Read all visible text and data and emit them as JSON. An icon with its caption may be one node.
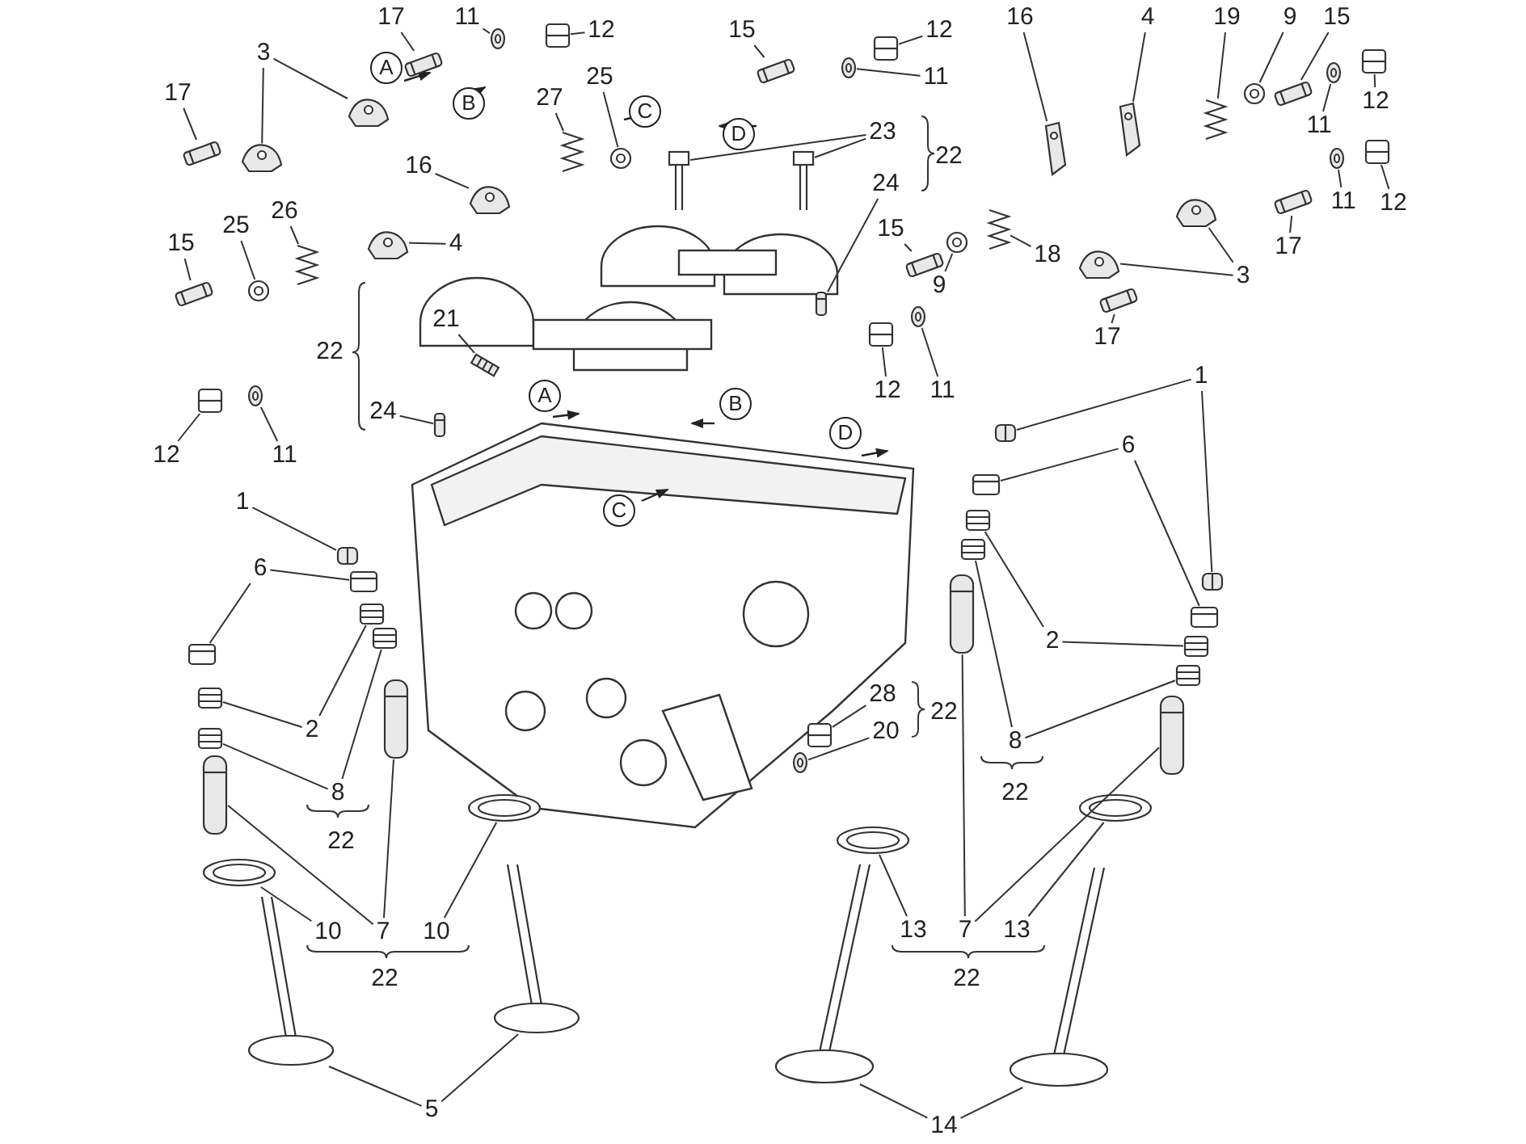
{
  "diagram": {
    "nodes": [
      {
        "text": [
          "17"
        ]
      },
      {
        "text": [
          "3"
        ]
      },
      {
        "text": [
          "17"
        ]
      },
      {
        "text": [
          "11"
        ]
      },
      {
        "text": [
          "12"
        ]
      },
      {
        "text": [
          "15"
        ]
      },
      {
        "text": [
          "12"
        ]
      },
      {
        "text": [
          "16"
        ]
      },
      {
        "text": [
          "4"
        ]
      },
      {
        "text": [
          "19"
        ]
      },
      {
        "text": [
          "9"
        ]
      },
      {
        "text": [
          "15"
        ]
      },
      {
        "text": [
          "27"
        ]
      },
      {
        "text": [
          "25"
        ]
      },
      {
        "text": [
          "11"
        ]
      },
      {
        "text": [
          "12"
        ]
      },
      {
        "text": [
          "11"
        ]
      },
      {
        "text": [
          "23"
        ]
      },
      {
        "text": [
          "16"
        ]
      },
      {
        "text": [
          "24"
        ]
      },
      {
        "text": [
          "11"
        ]
      },
      {
        "text": [
          "12"
        ]
      },
      {
        "text": [
          "26"
        ]
      },
      {
        "text": [
          "25"
        ]
      },
      {
        "text": [
          "15"
        ]
      },
      {
        "text": [
          "4"
        ]
      },
      {
        "text": [
          "15"
        ]
      },
      {
        "text": [
          "18"
        ]
      },
      {
        "text": [
          "17"
        ]
      },
      {
        "text": [
          "3"
        ]
      },
      {
        "text": [
          "9"
        ]
      },
      {
        "text": [
          "21"
        ]
      },
      {
        "text": [
          "17"
        ]
      },
      {
        "text": [
          "1"
        ]
      },
      {
        "text": [
          "12"
        ]
      },
      {
        "text": [
          "11"
        ]
      },
      {
        "text": [
          "24"
        ]
      },
      {
        "text": [
          "12"
        ]
      },
      {
        "text": [
          "11"
        ]
      },
      {
        "text": [
          "6"
        ]
      },
      {
        "text": [
          "1"
        ]
      },
      {
        "text": [
          "6"
        ]
      },
      {
        "text": [
          "2"
        ]
      },
      {
        "text": [
          "28"
        ]
      },
      {
        "text": [
          "20"
        ]
      },
      {
        "text": [
          "2"
        ]
      },
      {
        "text": [
          "8"
        ]
      },
      {
        "text": [
          "8"
        ]
      },
      {
        "text": [
          "13"
        ]
      },
      {
        "text": [
          "7"
        ]
      },
      {
        "text": [
          "13"
        ]
      },
      {
        "text": [
          "10"
        ]
      },
      {
        "text": [
          "7"
        ]
      },
      {
        "text": [
          "10"
        ]
      },
      {
        "text": [
          "5"
        ]
      },
      {
        "text": [
          "14"
        ]
      },
      {
        "text": [],
        "shape": "picture"
      },
      {
        "text": [],
        "shape": "picture"
      },
      {
        "text": [],
        "shape": "picture"
      },
      {
        "text": [],
        "shape": "picture"
      },
      {
        "text": [],
        "shape": "picture"
      },
      {
        "text": [],
        "shape": "picture"
      },
      {
        "text": [],
        "shape": "picture"
      },
      {
        "text": [],
        "shape": "picture"
      },
      {
        "text": [],
        "shape": "picture"
      },
      {
        "text": [],
        "shape": "picture"
      },
      {
        "text": [],
        "shape": "picture"
      },
      {
        "text": [],
        "shape": "picture"
      },
      {
        "text": [],
        "shape": "picture"
      },
      {
        "text": [],
        "shape": "picture"
      },
      {
        "text": [],
        "shape": "picture"
      },
      {
        "text": [],
        "shape": "picture"
      },
      {
        "text": [],
        "shape": "picture"
      },
      {
        "text": [],
        "shape": "picture"
      },
      {
        "text": [],
        "shape": "picture"
      },
      {
        "text": [],
        "shape": "picture"
      },
      {
        "text": [],
        "shape": "picture"
      },
      {
        "text": [],
        "shape": "picture"
      },
      {
        "text": [],
        "shape": "picture"
      },
      {
        "text": [],
        "shape": "picture"
      },
      {
        "text": [],
        "shape": "picture"
      },
      {
        "text": [],
        "shape": "picture"
      },
      {
        "text": [],
        "shape": "picture"
      },
      {
        "text": [],
        "shape": "picture"
      },
      {
        "text": [],
        "shape": "picture"
      },
      {
        "text": [],
        "shape": "picture"
      },
      {
        "text": [],
        "shape": "picture"
      },
      {
        "text": [],
        "shape": "picture"
      },
      {
        "text": [],
        "shape": "picture"
      },
      {
        "text": [],
        "shape": "picture"
      },
      {
        "text": [],
        "shape": "picture"
      },
      {
        "text": [],
        "shape": "picture"
      },
      {
        "text": [],
        "shape": "picture"
      },
      {
        "text": [],
        "shape": "picture"
      },
      {
        "text": [],
        "shape": "picture"
      },
      {
        "text": [],
        "shape": "picture"
      },
      {
        "text": [],
        "shape": "picture"
      },
      {
        "text": [],
        "shape": "picture"
      },
      {
        "text": [],
        "shape": "picture"
      },
      {
        "text": [],
        "shape": "picture"
      },
      {
        "text": [],
        "shape": "picture"
      },
      {
        "text": [],
        "shape": "picture"
      },
      {
        "text": [],
        "shape": "picture"
      },
      {
        "text": [],
        "shape": "picture"
      },
      {
        "text": [],
        "shape": "picture"
      },
      {
        "text": [],
        "shape": "picture"
      },
      {
        "text": [],
        "shape": "picture"
      },
      {
        "text": [],
        "shape": "picture"
      },
      {
        "text": [],
        "shape": "picture"
      },
      {
        "text": [],
        "shape": "picture"
      },
      {
        "text": [],
        "shape": "picture"
      },
      {
        "text": [],
        "shape": "picture"
      },
      {
        "text": [],
        "shape": "picture"
      },
      {
        "text": [],
        "shape": "picture"
      },
      {
        "text": [],
        "shape": "picture"
      },
      {
        "text": [],
        "shape": "picture"
      },
      {
        "text": [],
        "shape": "picture"
      },
      {
        "text": [],
        "shape": "picture"
      },
      {
        "text": [],
        "shape": "picture"
      },
      {
        "text": [],
        "shape": "picture"
      },
      {
        "text": [],
        "shape": "picture"
      },
      {
        "text": [],
        "shape": "picture"
      },
      {
        "text": [],
        "shape": "picture"
      },
      {
        "text": [],
        "shape": "picture"
      },
      {
        "text": [],
        "shape": "picture"
      },
      {
        "text": [],
        "shape": "picture"
      }
    ],
    "edges": [
      {
        "from": 0,
        "to": 56,
        "arrow": "none"
      },
      {
        "from": 1,
        "to": 57,
        "arrow": "none"
      },
      {
        "from": 1,
        "to": 58,
        "arrow": "none"
      },
      {
        "from": 2,
        "to": 59,
        "arrow": "none"
      },
      {
        "from": 3,
        "to": 60,
        "arrow": "none"
      },
      {
        "from": 4,
        "to": 61,
        "arrow": "none"
      },
      {
        "from": 5,
        "to": 62,
        "arrow": "none"
      },
      {
        "from": 6,
        "to": 63,
        "arrow": "none"
      },
      {
        "from": 7,
        "to": 64,
        "arrow": "none"
      },
      {
        "from": 8,
        "to": 65,
        "arrow": "none"
      },
      {
        "from": 9,
        "to": 66,
        "arrow": "none"
      },
      {
        "from": 10,
        "to": 67,
        "arrow": "none"
      },
      {
        "from": 11,
        "to": 68,
        "arrow": "none"
      },
      {
        "from": 12,
        "to": 69,
        "arrow": "none"
      },
      {
        "from": 13,
        "to": 70,
        "arrow": "none"
      },
      {
        "from": 14,
        "to": 71,
        "arrow": "none"
      },
      {
        "from": 15,
        "to": 72,
        "arrow": "none"
      },
      {
        "from": 16,
        "to": 73,
        "arrow": "none"
      },
      {
        "from": 17,
        "to": 74,
        "arrow": "none"
      },
      {
        "from": 17,
        "to": 75,
        "arrow": "none"
      },
      {
        "from": 18,
        "to": 76,
        "arrow": "none"
      },
      {
        "from": 19,
        "to": 77,
        "arrow": "none"
      },
      {
        "from": 20,
        "to": 78,
        "arrow": "none"
      },
      {
        "from": 21,
        "to": 79,
        "arrow": "none"
      },
      {
        "from": 22,
        "to": 80,
        "arrow": "none"
      },
      {
        "from": 23,
        "to": 81,
        "arrow": "none"
      },
      {
        "from": 24,
        "to": 82,
        "arrow": "none"
      },
      {
        "from": 25,
        "to": 83,
        "arrow": "none"
      },
      {
        "from": 26,
        "to": 84,
        "arrow": "none"
      },
      {
        "from": 27,
        "to": 85,
        "arrow": "none"
      },
      {
        "from": 28,
        "to": 86,
        "arrow": "none"
      },
      {
        "from": 29,
        "to": 87,
        "arrow": "none"
      },
      {
        "from": 29,
        "to": 88,
        "arrow": "none"
      },
      {
        "from": 30,
        "to": 89,
        "arrow": "none"
      },
      {
        "from": 31,
        "to": 90,
        "arrow": "none"
      },
      {
        "from": 32,
        "to": 91,
        "arrow": "none"
      },
      {
        "from": 33,
        "to": 92,
        "arrow": "none"
      },
      {
        "from": 33,
        "to": 93,
        "arrow": "none"
      },
      {
        "from": 34,
        "to": 94,
        "arrow": "none"
      },
      {
        "from": 35,
        "to": 95,
        "arrow": "none"
      },
      {
        "from": 36,
        "to": 96,
        "arrow": "none"
      },
      {
        "from": 37,
        "to": 97,
        "arrow": "none"
      },
      {
        "from": 38,
        "to": 98,
        "arrow": "none"
      },
      {
        "from": 39,
        "to": 99,
        "arrow": "none"
      },
      {
        "from": 39,
        "to": 100,
        "arrow": "none"
      },
      {
        "from": 40,
        "to": 101,
        "arrow": "none"
      },
      {
        "from": 41,
        "to": 102,
        "arrow": "none"
      },
      {
        "from": 41,
        "to": 103,
        "arrow": "none"
      },
      {
        "from": 42,
        "to": 104,
        "arrow": "none"
      },
      {
        "from": 42,
        "to": 105,
        "arrow": "none"
      },
      {
        "from": 43,
        "to": 106,
        "arrow": "none"
      },
      {
        "from": 44,
        "to": 107,
        "arrow": "none"
      },
      {
        "from": 45,
        "to": 108,
        "arrow": "none"
      },
      {
        "from": 45,
        "to": 109,
        "arrow": "none"
      },
      {
        "from": 46,
        "to": 110,
        "arrow": "none"
      },
      {
        "from": 46,
        "to": 111,
        "arrow": "none"
      },
      {
        "from": 47,
        "to": 112,
        "arrow": "none"
      },
      {
        "from": 47,
        "to": 113,
        "arrow": "none"
      },
      {
        "from": 48,
        "to": 114,
        "arrow": "none"
      },
      {
        "from": 49,
        "to": 115,
        "arrow": "none"
      },
      {
        "from": 49,
        "to": 116,
        "arrow": "none"
      },
      {
        "from": 50,
        "to": 117,
        "arrow": "none"
      },
      {
        "from": 51,
        "to": 118,
        "arrow": "none"
      },
      {
        "from": 52,
        "to": 119,
        "arrow": "none"
      },
      {
        "from": 52,
        "to": 120,
        "arrow": "none"
      },
      {
        "from": 53,
        "to": 121,
        "arrow": "none"
      },
      {
        "from": 54,
        "to": 122,
        "arrow": "none"
      },
      {
        "from": 54,
        "to": 123,
        "arrow": "none"
      },
      {
        "from": 55,
        "to": 124,
        "arrow": "none"
      },
      {
        "from": 55,
        "to": 125,
        "arrow": "none"
      }
    ],
    "labels": [
      "A",
      "B",
      "C",
      "D",
      "22",
      "22",
      "A",
      "B",
      "D",
      "C",
      "22",
      "22",
      "22",
      "22",
      "22"
    ]
  }
}
